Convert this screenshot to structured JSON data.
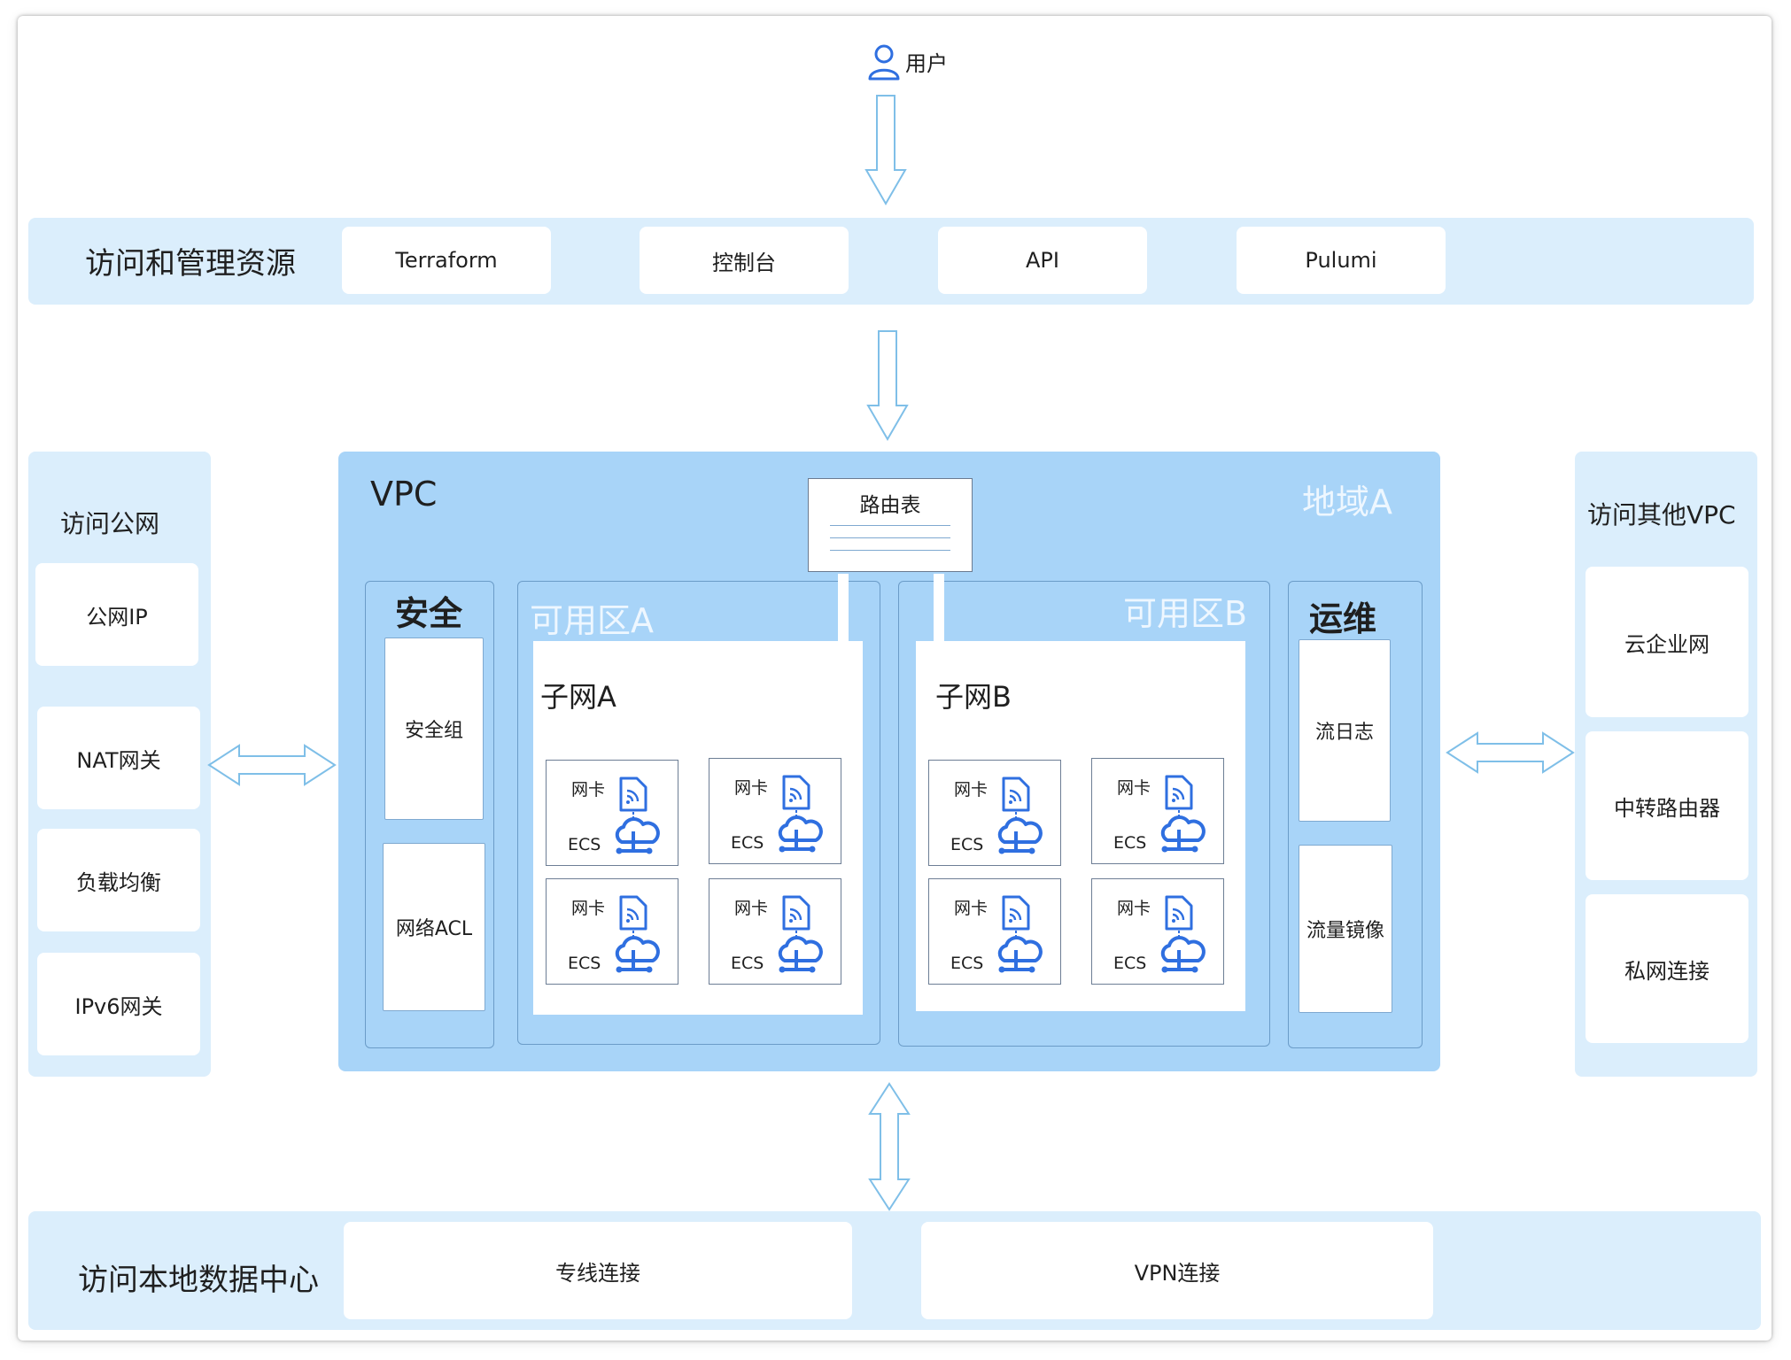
{
  "user": {
    "label": "用户",
    "icon": "user-icon"
  },
  "manage": {
    "title": "访问和管理资源",
    "items": [
      "Terraform",
      "控制台",
      "API",
      "Pulumi"
    ]
  },
  "public": {
    "title": "访问公网",
    "items": [
      "公网IP",
      "NAT网关",
      "负载均衡",
      "IPv6网关"
    ]
  },
  "other_vpc": {
    "title": "访问其他VPC",
    "items": [
      "云企业网",
      "中转路由器",
      "私网连接"
    ]
  },
  "vpc": {
    "label": "VPC",
    "region": "地域A",
    "route_table": "路由表",
    "security": {
      "title": "安全",
      "items": [
        "安全组",
        "网络ACL"
      ]
    },
    "ops": {
      "title": "运维",
      "items": [
        "流日志",
        "流量镜像"
      ]
    },
    "zones": [
      {
        "label": "可用区A",
        "subnet": "子网A"
      },
      {
        "label": "可用区B",
        "subnet": "子网B"
      }
    ],
    "node": {
      "nic": "网卡",
      "ecs": "ECS"
    }
  },
  "local_dc": {
    "title": "访问本地数据中心",
    "items": [
      "专线连接",
      "VPN连接"
    ]
  },
  "colors": {
    "accent": "#2f6fe0",
    "band": "#dbeefc",
    "vpc": "#a8d4f8",
    "arrow": "#7fbfe8"
  }
}
